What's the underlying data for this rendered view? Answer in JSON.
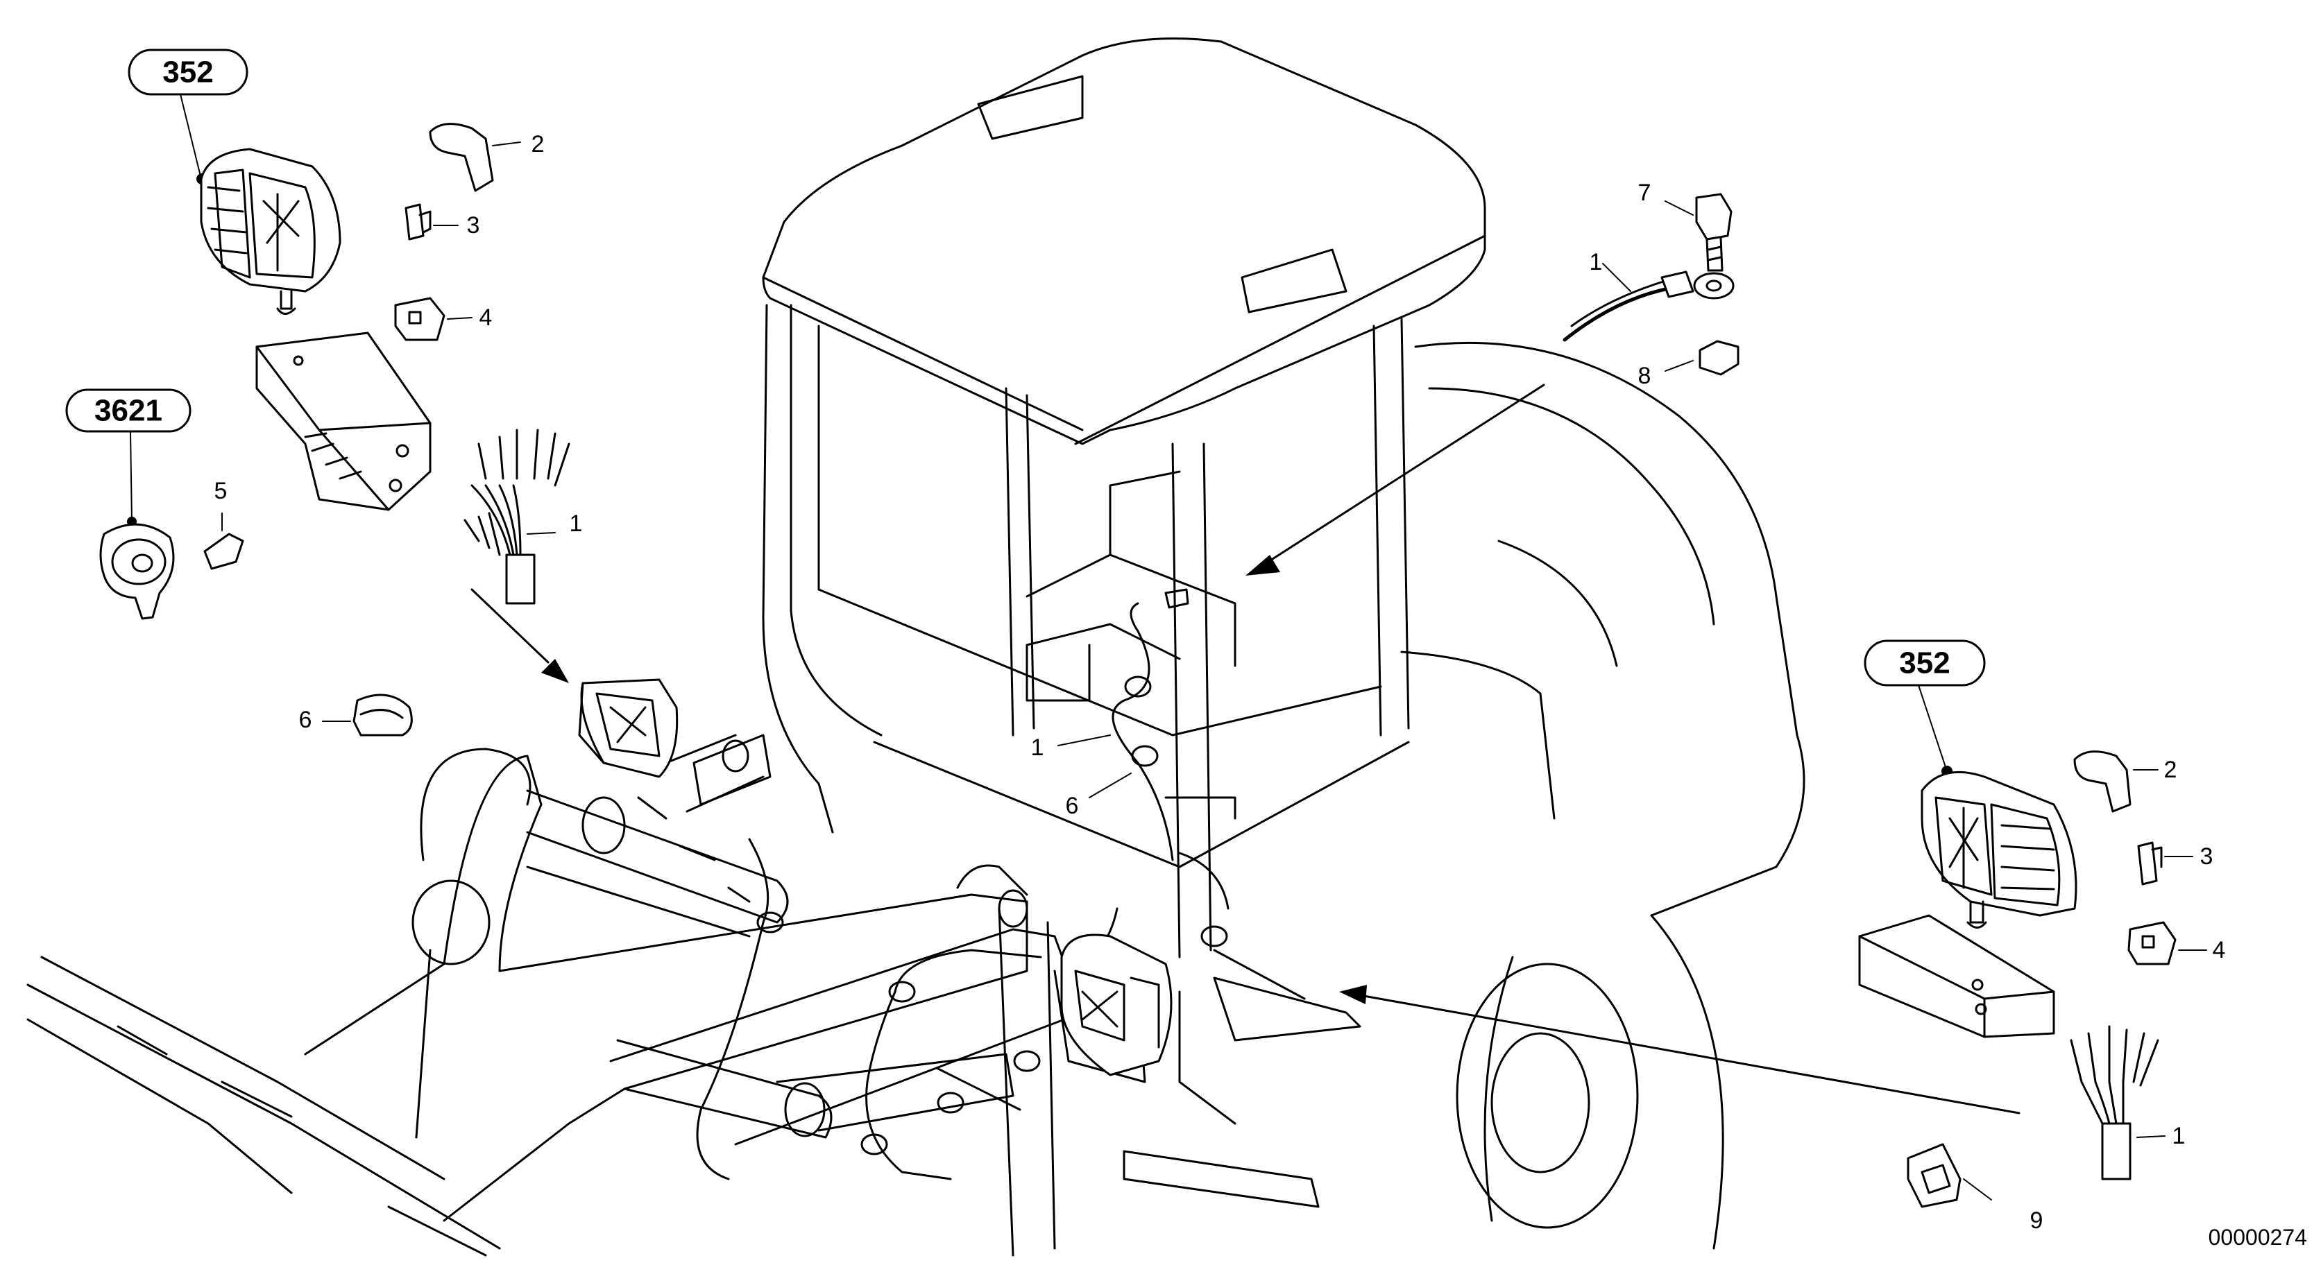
{
  "figure": {
    "drawing_code": "00000274"
  },
  "group_labels": [
    {
      "id": "group-352-top-left",
      "text": "352"
    },
    {
      "id": "group-3621",
      "text": "3621"
    },
    {
      "id": "group-352-right",
      "text": "352"
    }
  ],
  "callouts": [
    {
      "id": "callout-2-left",
      "text": "2"
    },
    {
      "id": "callout-3-left",
      "text": "3"
    },
    {
      "id": "callout-4-left",
      "text": "4"
    },
    {
      "id": "callout-5",
      "text": "5"
    },
    {
      "id": "callout-1-left",
      "text": "1"
    },
    {
      "id": "callout-6-left",
      "text": "6"
    },
    {
      "id": "callout-7",
      "text": "7"
    },
    {
      "id": "callout-1-top",
      "text": "1"
    },
    {
      "id": "callout-8",
      "text": "8"
    },
    {
      "id": "callout-1-center",
      "text": "1"
    },
    {
      "id": "callout-6-center",
      "text": "6"
    },
    {
      "id": "callout-2-right",
      "text": "2"
    },
    {
      "id": "callout-3-right",
      "text": "3"
    },
    {
      "id": "callout-4-right",
      "text": "4"
    },
    {
      "id": "callout-1-right",
      "text": "1"
    },
    {
      "id": "callout-9",
      "text": "9"
    }
  ]
}
